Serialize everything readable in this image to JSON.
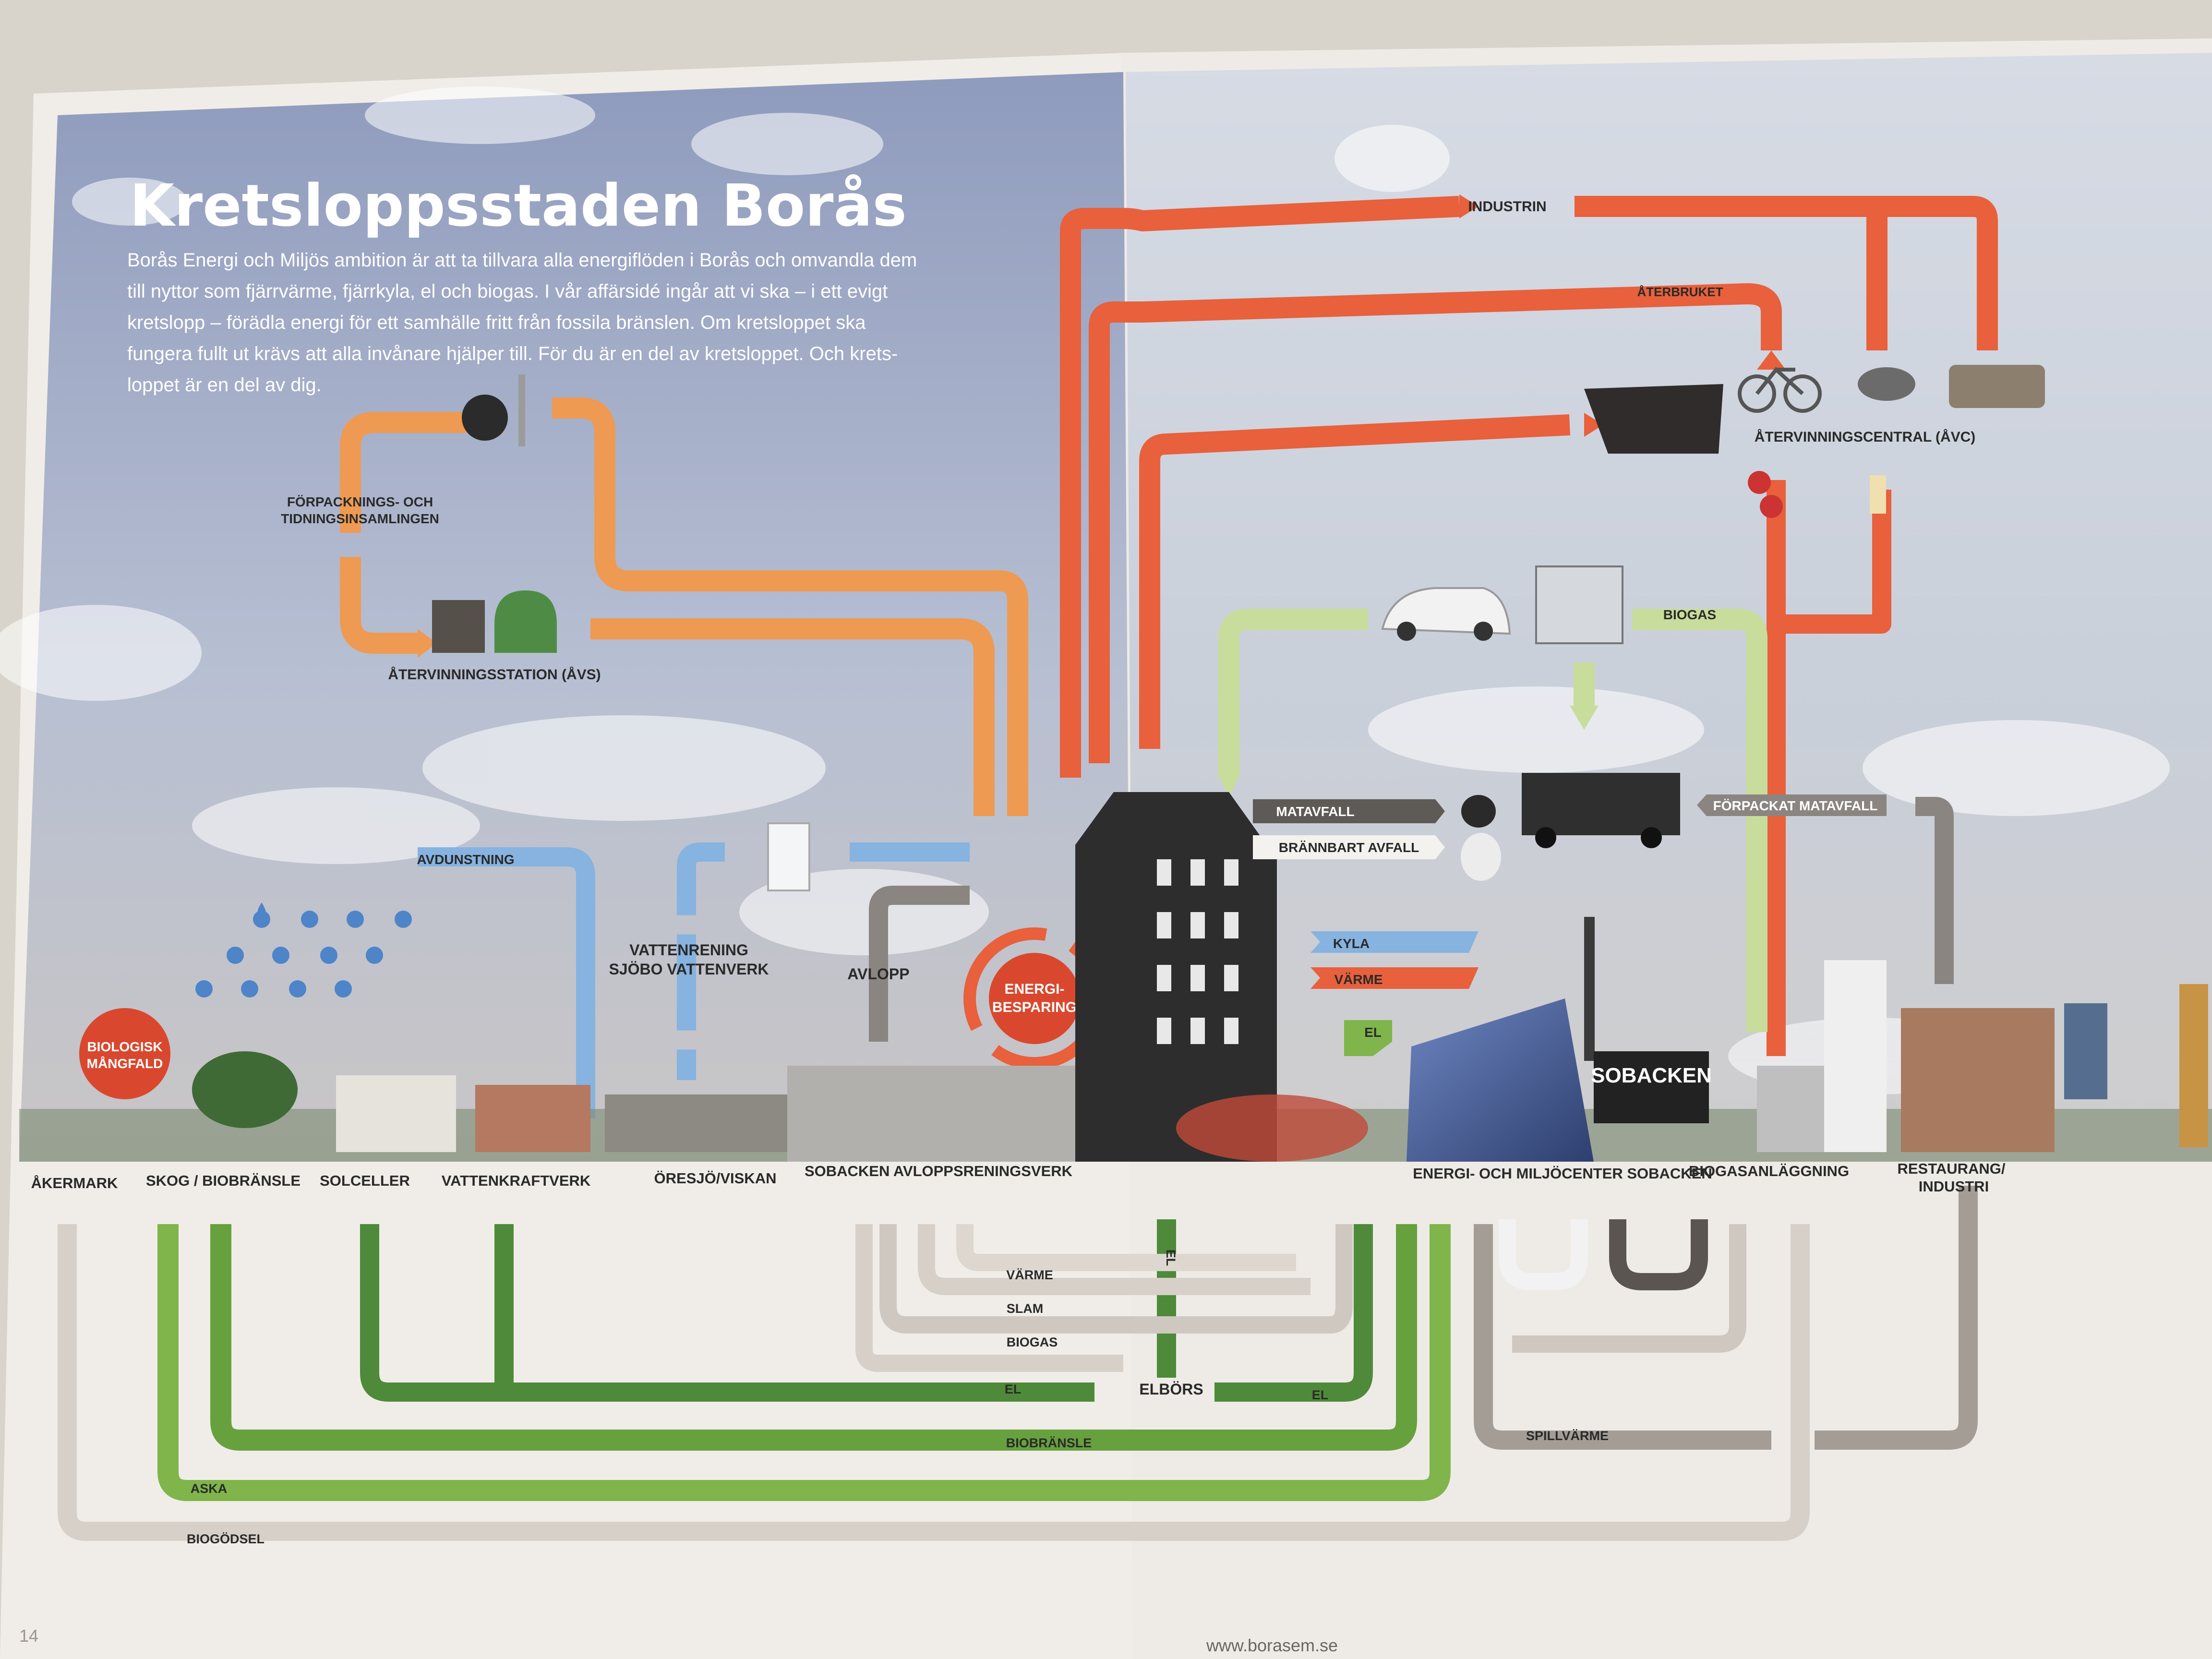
{
  "colors": {
    "orange": "#e8603c",
    "light_orange": "#ee9a52",
    "light_green": "#c8dc9c",
    "green": "#7fb54a",
    "dark_green": "#4f8a3a",
    "blue": "#86b3e0",
    "gray": "#8a8580",
    "light_gray": "#cfc8c0",
    "dark_gray": "#5a5550",
    "sky": "#9fb0cc",
    "page": "#eeebe6",
    "red_badge": "#d9482e"
  },
  "title": "Kretsloppsstaden Borås",
  "intro": [
    "Borås Energi och Miljös ambition är att ta tillvara alla energiflöden i Borås och omvandla dem",
    "till nyttor som fjärrvärme, fjärrkyla, el och biogas. I vår affärsidé ingår att vi ska – i ett evigt",
    "kretslopp – förädla energi för ett samhälle fritt från fossila bränslen. Om kretsloppet ska",
    "fungera fullt ut krävs att alla invånare hjälper till. För du är en del av kretsloppet. Och krets-",
    "loppet är en del av dig."
  ],
  "labels": {
    "industrin": "INDUSTRIN",
    "aterbruket": "ÅTERBRUKET",
    "avc": "ÅTERVINNINGSCENTRAL (ÅVC)",
    "ftiq_line1": "FÖRPACKNINGS- OCH",
    "ftiq_line2": "TIDNINGSINSAMLINGEN",
    "avs": "ÅTERVINNINGSSTATION (ÅVS)",
    "biogas": "BIOGAS",
    "matavfall": "MATAVFALL",
    "brannbart": "BRÄNNBART AVFALL",
    "forpackat": "FÖRPACKAT MATAVFALL",
    "avdunstning": "AVDUNSTNING",
    "vattenrening_line1": "VATTENRENING",
    "vattenrening_line2": "SJÖBO VATTENVERK",
    "avlopp": "AVLOPP",
    "energi_line1": "ENERGI-",
    "energi_line2": "BESPARING",
    "biologisk_line1": "BIOLOGISK",
    "biologisk_line2": "MÅNGFALD",
    "kyla": "KYLA",
    "varme": "VÄRME",
    "el": "EL",
    "sobacken": "SOBACKEN"
  },
  "locations": [
    "ÅKERMARK",
    "SKOG / BIOBRÄNSLE",
    "SOLCELLER",
    "VATTENKRAFTVERK",
    "ÖRESJÖ/VISKAN",
    "SOBACKEN AVLOPPSRENINGSVERK",
    "ENERGI- OCH MILJÖCENTER SOBACKEN",
    "BIOGASANLÄGGNING",
    "RESTAURANG/",
    "INDUSTRI"
  ],
  "bottom_labels": {
    "varme": "VÄRME",
    "slam": "SLAM",
    "biogas": "BIOGAS",
    "el": "EL",
    "elbors": "ELBÖRS",
    "el2": "EL",
    "el_vertical": "EL",
    "biobransle": "BIOBRÄNSLE",
    "aska": "ASKA",
    "biogodsel": "BIOGÖDSEL",
    "spillvarme": "SPILLVÄRME"
  },
  "footer": {
    "page_number": "14",
    "url": "www.borasem.se"
  }
}
